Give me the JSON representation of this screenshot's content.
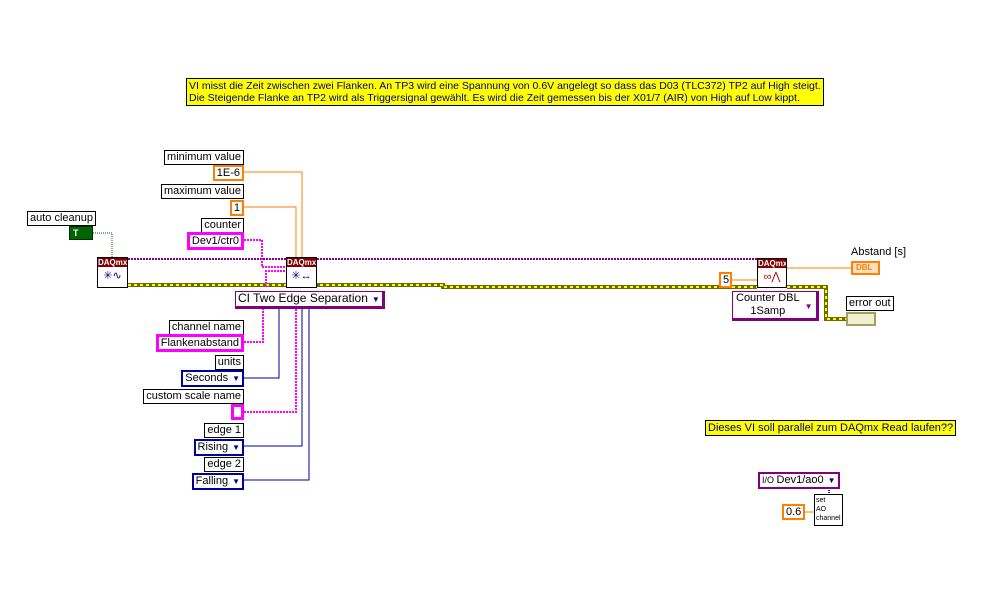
{
  "comments": {
    "main": [
      "VI misst die Zeit zwischen zwei Flanken. An TP3 wird eine Spannung von 0.6V angelegt so dass das D03 (TLC372) TP2 auf High steigt.",
      "Die Steigende Flanke an TP2 wird als Triggersignal gewählt. Es wird die Zeit gemessen bis der X01/7 (AIR) von High auf Low kippt."
    ],
    "parallel": "Dieses VI soll parallel zum DAQmx Read laufen??"
  },
  "inputs": {
    "minimum_value": {
      "label": "minimum value",
      "value": "1E-6"
    },
    "maximum_value": {
      "label": "maximum value",
      "value": "1"
    },
    "counter": {
      "label": "counter",
      "value": "Dev1/ctr0"
    },
    "auto_cleanup": {
      "label": "auto cleanup",
      "value": "T"
    },
    "channel_name": {
      "label": "channel name",
      "value": "Flankenabstand"
    },
    "units": {
      "label": "units",
      "value": "Seconds"
    },
    "custom_scale_name": {
      "label": "custom scale name",
      "value": ""
    },
    "edge1": {
      "label": "edge 1",
      "value": "Rising"
    },
    "edge2": {
      "label": "edge 2",
      "value": "Falling"
    }
  },
  "nodes": {
    "daqmx_header": "DAQmx",
    "create_channel_type": "CI Two Edge Separation",
    "read_type": [
      "Counter DBL",
      "1Samp"
    ],
    "timeout": "5",
    "set_ao": [
      "set",
      "AO",
      "channel"
    ],
    "ao_channel": "Dev1/ao0",
    "ao_value": "0.6"
  },
  "outputs": {
    "abstand": {
      "label": "Abstand [s]",
      "type": "DBL"
    },
    "error_out": {
      "label": "error out"
    }
  },
  "colors": {
    "comment_bg": "#ffff00",
    "numeric": "#ff7f00",
    "string": "#ff00ff",
    "enum": "#0000a0",
    "task": "#800080",
    "bool": "#006400"
  }
}
